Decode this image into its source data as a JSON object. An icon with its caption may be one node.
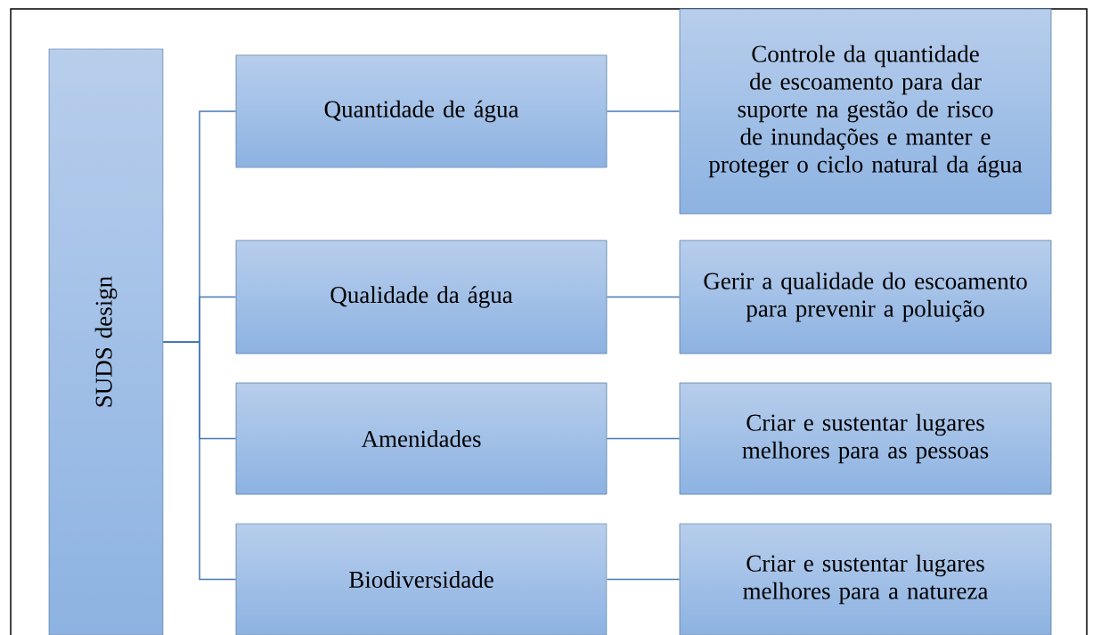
{
  "diagram": {
    "nodes": [
      {
        "text": [
          "SUDS design"
        ]
      },
      {
        "text": [
          "Quantidade de água"
        ]
      },
      {
        "text": [
          "Controle da quantidade de escoamento para dar suporte na gestão de risco de inundações e manter e proteger o ciclo natural da água"
        ]
      },
      {
        "text": [
          "Qualidade da água"
        ]
      },
      {
        "text": [
          "Gerir a qualidade do escoamento para prevenir a poluição"
        ]
      },
      {
        "text": [
          "Amenidades"
        ]
      },
      {
        "text": [
          "Criar e sustentar lugares melhores para as pessoas"
        ]
      },
      {
        "text": [
          "Biodiversidade"
        ]
      },
      {
        "text": [
          "Criar e sustentar lugares melhores para a natureza"
        ]
      }
    ],
    "edges": [
      {
        "from": 0,
        "to": 1,
        "arrow": "none"
      },
      {
        "from": 0,
        "to": 3,
        "arrow": "none"
      },
      {
        "from": 0,
        "to": 5,
        "arrow": "none"
      },
      {
        "from": 0,
        "to": 7,
        "arrow": "none"
      },
      {
        "from": 1,
        "to": 2,
        "arrow": "none"
      },
      {
        "from": 3,
        "to": 4,
        "arrow": "none"
      },
      {
        "from": 5,
        "to": 6,
        "arrow": "none"
      },
      {
        "from": 7,
        "to": 8,
        "arrow": "none"
      }
    ]
  }
}
